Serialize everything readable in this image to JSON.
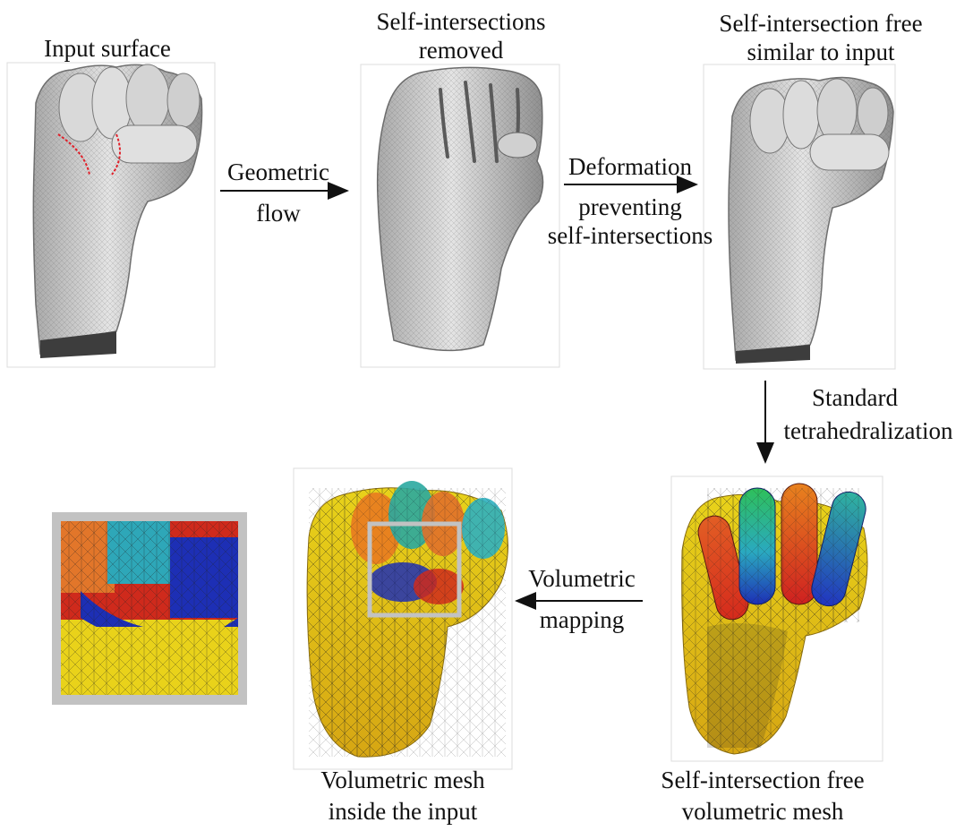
{
  "labels": {
    "input_surface": "Input surface",
    "removed_line1": "Self-intersections",
    "removed_line2": "removed",
    "free_line1": "Self-intersection free",
    "free_line2": "similar to input",
    "flow_line1": "Geometric",
    "flow_line2": "flow",
    "deform_line1": "Deformation",
    "deform_line2": "preventing",
    "deform_line3": "self-intersections",
    "tet_line1": "Standard",
    "tet_line2": "tetrahedralization",
    "vmap_line1": "Volumetric",
    "vmap_line2": "mapping",
    "vmesh_line1": "Volumetric mesh",
    "vmesh_line2": "inside the input",
    "freevol_line1": "Self-intersection free",
    "freevol_line2": "volumetric mesh"
  },
  "colors": {
    "surface_gray": "#c9c9c9",
    "intersection_red": "#e0202a",
    "yellow": "#e9d21a",
    "orange": "#e2762a",
    "red": "#cf2a1c",
    "blue": "#1d2fb5",
    "cyan": "#2ea7b8",
    "green": "#3db04a",
    "inset_frame": "#c2c2c2"
  },
  "icons": [
    "fist-surface-input",
    "fist-flowed-surface",
    "fist-surface-restored",
    "fist-tet-mesh",
    "fist-volumetric-mapped",
    "zoom-inset"
  ]
}
